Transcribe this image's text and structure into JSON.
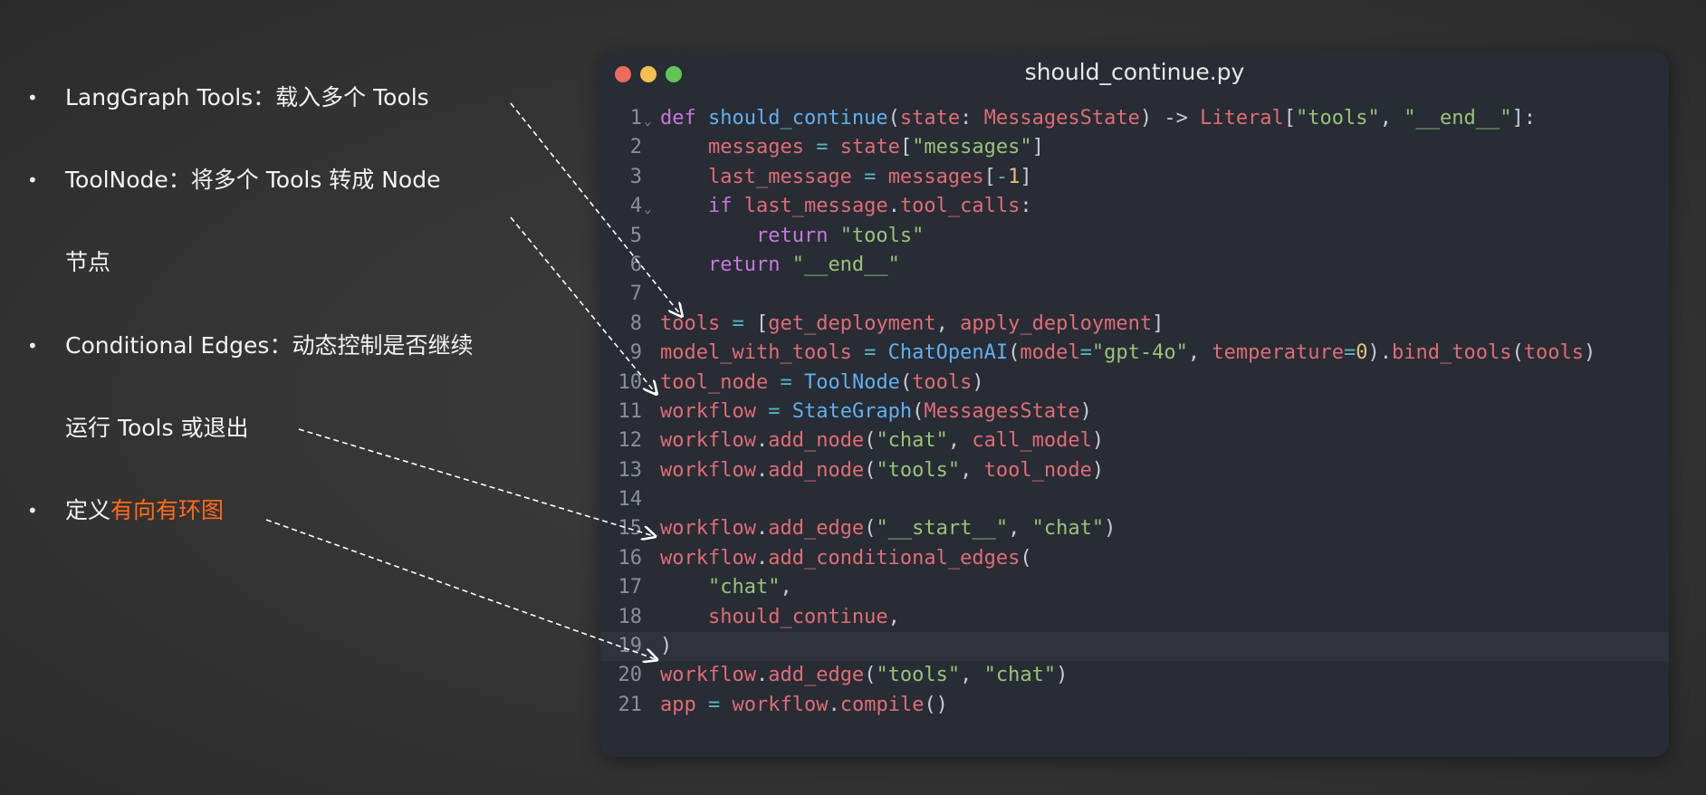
{
  "bullets": [
    {
      "bullet": "•",
      "text": "LangGraph Tools：载入多个 Tools"
    },
    {
      "bullet": "•",
      "text": "ToolNode：将多个 Tools 转成 Node",
      "cont": "节点"
    },
    {
      "bullet": "•",
      "text": "Conditional Edges：动态控制是否继续",
      "cont": "运行 Tools 或退出"
    },
    {
      "bullet": "•",
      "text": "定义",
      "highlight": "有向有环图"
    }
  ],
  "colors": {
    "highlight": "#ff6a1a",
    "close": "#ed6a5e",
    "minimize": "#f5bf4f",
    "zoom": "#61c554"
  },
  "window": {
    "title": "should_continue.py"
  },
  "code": [
    {
      "n": "1",
      "fold": "⌄",
      "t": [
        [
          "p",
          "def "
        ],
        [
          "b",
          "should_continue"
        ],
        [
          "w",
          "("
        ],
        [
          "r",
          "state"
        ],
        [
          "w",
          ": "
        ],
        [
          "r",
          "MessagesState"
        ],
        [
          "w",
          ") -> "
        ],
        [
          "r",
          "Literal"
        ],
        [
          "w",
          "["
        ],
        [
          "g",
          "\"tools\""
        ],
        [
          "w",
          ", "
        ],
        [
          "g",
          "\"__end__\""
        ],
        [
          "w",
          "]:"
        ]
      ]
    },
    {
      "n": "2",
      "t": [
        [
          "w",
          "    "
        ],
        [
          "r",
          "messages"
        ],
        [
          "c",
          " = "
        ],
        [
          "r",
          "state"
        ],
        [
          "w",
          "["
        ],
        [
          "g",
          "\"messages\""
        ],
        [
          "w",
          "]"
        ]
      ]
    },
    {
      "n": "3",
      "t": [
        [
          "w",
          "    "
        ],
        [
          "r",
          "last_message"
        ],
        [
          "c",
          " = "
        ],
        [
          "r",
          "messages"
        ],
        [
          "w",
          "["
        ],
        [
          "c",
          "-"
        ],
        [
          "y",
          "1"
        ],
        [
          "w",
          "]"
        ]
      ]
    },
    {
      "n": "4",
      "fold": "⌄",
      "t": [
        [
          "w",
          "    "
        ],
        [
          "p",
          "if "
        ],
        [
          "r",
          "last_message"
        ],
        [
          "w",
          "."
        ],
        [
          "r",
          "tool_calls"
        ],
        [
          "w",
          ":"
        ]
      ]
    },
    {
      "n": "5",
      "t": [
        [
          "w",
          "        "
        ],
        [
          "p",
          "return "
        ],
        [
          "g",
          "\"tools\""
        ]
      ]
    },
    {
      "n": "6",
      "t": [
        [
          "w",
          "    "
        ],
        [
          "p",
          "return "
        ],
        [
          "g",
          "\"__end__\""
        ]
      ]
    },
    {
      "n": "7",
      "t": []
    },
    {
      "n": "8",
      "t": [
        [
          "r",
          "tools"
        ],
        [
          "c",
          " = "
        ],
        [
          "w",
          "["
        ],
        [
          "r",
          "get_deployment"
        ],
        [
          "w",
          ", "
        ],
        [
          "r",
          "apply_deployment"
        ],
        [
          "w",
          "]"
        ]
      ]
    },
    {
      "n": "9",
      "t": [
        [
          "r",
          "model_with_tools"
        ],
        [
          "c",
          " = "
        ],
        [
          "b",
          "ChatOpenAI"
        ],
        [
          "w",
          "("
        ],
        [
          "r",
          "model"
        ],
        [
          "c",
          "="
        ],
        [
          "g",
          "\"gpt-4o\""
        ],
        [
          "w",
          ", "
        ],
        [
          "r",
          "temperature"
        ],
        [
          "c",
          "="
        ],
        [
          "y",
          "0"
        ],
        [
          "w",
          ")."
        ],
        [
          "r",
          "bind_tools"
        ],
        [
          "w",
          "("
        ],
        [
          "r",
          "tools"
        ],
        [
          "w",
          ")"
        ]
      ]
    },
    {
      "n": "10",
      "t": [
        [
          "r",
          "tool_node"
        ],
        [
          "c",
          " = "
        ],
        [
          "b",
          "ToolNode"
        ],
        [
          "w",
          "("
        ],
        [
          "r",
          "tools"
        ],
        [
          "w",
          ")"
        ]
      ]
    },
    {
      "n": "11",
      "t": [
        [
          "r",
          "workflow"
        ],
        [
          "c",
          " = "
        ],
        [
          "b",
          "StateGraph"
        ],
        [
          "w",
          "("
        ],
        [
          "r",
          "MessagesState"
        ],
        [
          "w",
          ")"
        ]
      ]
    },
    {
      "n": "12",
      "t": [
        [
          "r",
          "workflow"
        ],
        [
          "w",
          "."
        ],
        [
          "r",
          "add_node"
        ],
        [
          "w",
          "("
        ],
        [
          "g",
          "\"chat\""
        ],
        [
          "w",
          ", "
        ],
        [
          "r",
          "call_model"
        ],
        [
          "w",
          ")"
        ]
      ]
    },
    {
      "n": "13",
      "t": [
        [
          "r",
          "workflow"
        ],
        [
          "w",
          "."
        ],
        [
          "r",
          "add_node"
        ],
        [
          "w",
          "("
        ],
        [
          "g",
          "\"tools\""
        ],
        [
          "w",
          ", "
        ],
        [
          "r",
          "tool_node"
        ],
        [
          "w",
          ")"
        ]
      ]
    },
    {
      "n": "14",
      "t": []
    },
    {
      "n": "15",
      "t": [
        [
          "r",
          "workflow"
        ],
        [
          "w",
          "."
        ],
        [
          "r",
          "add_edge"
        ],
        [
          "w",
          "("
        ],
        [
          "g",
          "\"__start__\""
        ],
        [
          "w",
          ", "
        ],
        [
          "g",
          "\"chat\""
        ],
        [
          "w",
          ")"
        ]
      ]
    },
    {
      "n": "16",
      "t": [
        [
          "r",
          "workflow"
        ],
        [
          "w",
          "."
        ],
        [
          "r",
          "add_conditional_edges"
        ],
        [
          "w",
          "("
        ]
      ]
    },
    {
      "n": "17",
      "t": [
        [
          "w",
          "    "
        ],
        [
          "g",
          "\"chat\""
        ],
        [
          "w",
          ","
        ]
      ]
    },
    {
      "n": "18",
      "t": [
        [
          "w",
          "    "
        ],
        [
          "r",
          "should_continue"
        ],
        [
          "w",
          ","
        ]
      ]
    },
    {
      "n": "19",
      "active": true,
      "t": [
        [
          "w",
          ")"
        ]
      ]
    },
    {
      "n": "20",
      "t": [
        [
          "r",
          "workflow"
        ],
        [
          "w",
          "."
        ],
        [
          "r",
          "add_edge"
        ],
        [
          "w",
          "("
        ],
        [
          "g",
          "\"tools\""
        ],
        [
          "w",
          ", "
        ],
        [
          "g",
          "\"chat\""
        ],
        [
          "w",
          ")"
        ]
      ]
    },
    {
      "n": "21",
      "t": [
        [
          "r",
          "app"
        ],
        [
          "c",
          " = "
        ],
        [
          "r",
          "workflow"
        ],
        [
          "w",
          "."
        ],
        [
          "r",
          "compile"
        ],
        [
          "w",
          "()"
        ]
      ]
    }
  ]
}
